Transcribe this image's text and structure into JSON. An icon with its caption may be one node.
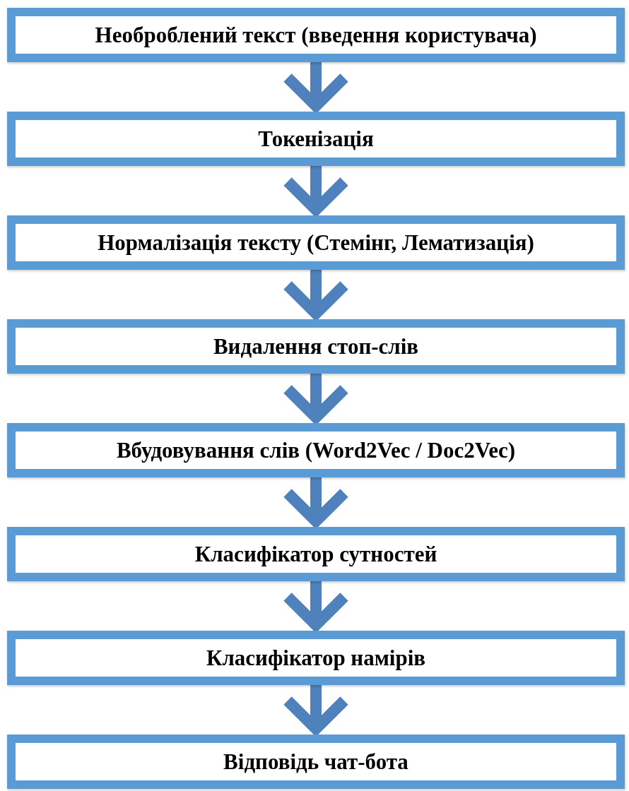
{
  "diagram": {
    "nodes": [
      {
        "text": [
          "Необроблений текст (введення користувача)"
        ]
      },
      {
        "text": [
          "Токенізація"
        ]
      },
      {
        "text": [
          "Нормалізація тексту (Стемінг, Лематизація)"
        ]
      },
      {
        "text": [
          "Видалення стоп-слів"
        ]
      },
      {
        "text": [
          "Вбудовування слів (Word2Vec / Doc2Vec)"
        ]
      },
      {
        "text": [
          "Класифікатор сутностей"
        ]
      },
      {
        "text": [
          "Класифікатор намірів"
        ]
      },
      {
        "text": [
          "Відповідь чат-бота"
        ]
      }
    ],
    "edges": [
      {
        "from": 0,
        "to": 1,
        "arrow": "to"
      },
      {
        "from": 1,
        "to": 2,
        "arrow": "to"
      },
      {
        "from": 2,
        "to": 3,
        "arrow": "to"
      },
      {
        "from": 3,
        "to": 4,
        "arrow": "to"
      },
      {
        "from": 4,
        "to": 5,
        "arrow": "to"
      },
      {
        "from": 5,
        "to": 6,
        "arrow": "to"
      },
      {
        "from": 6,
        "to": 7,
        "arrow": "to"
      }
    ]
  }
}
